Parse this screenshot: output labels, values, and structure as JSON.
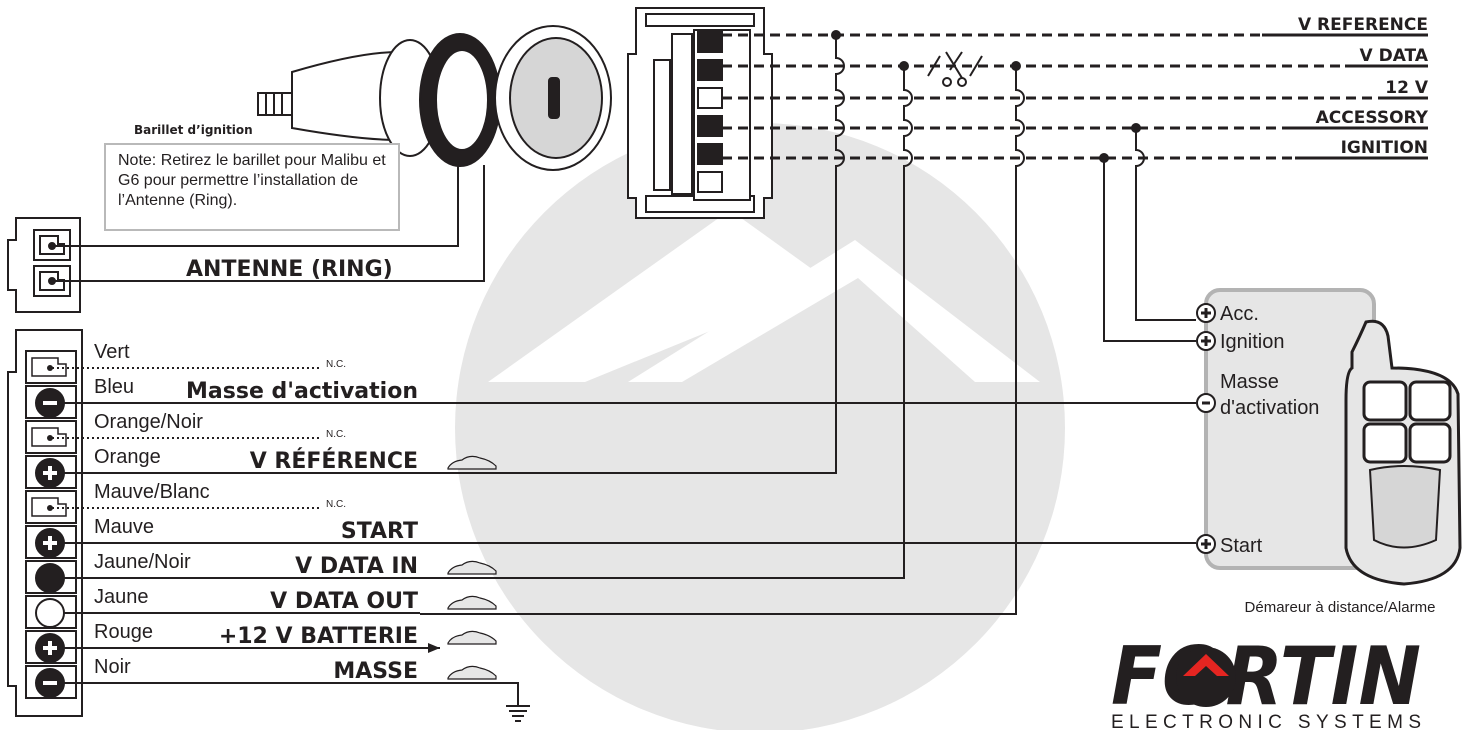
{
  "ignition": {
    "title": "Barillet d’ignition",
    "note": "Note: Retirez le barillet pour Malibu et G6 pour permettre l’installation de l’Antenne (Ring).",
    "antenna_label": "ANTENNE (RING)"
  },
  "bus_lines": [
    "V REFERENCE",
    "V DATA",
    "12 V",
    "ACCESSORY",
    "IGNITION"
  ],
  "harness_rows": [
    {
      "color": "Vert",
      "function": "",
      "nc": "N.C."
    },
    {
      "color": "Bleu",
      "function": "Masse d'activation",
      "nc": ""
    },
    {
      "color": "Orange/Noir",
      "function": "",
      "nc": "N.C."
    },
    {
      "color": "Orange",
      "function": "V RÉFÉRENCE",
      "nc": ""
    },
    {
      "color": "Mauve/Blanc",
      "function": "",
      "nc": "N.C."
    },
    {
      "color": "Mauve",
      "function": "START",
      "nc": ""
    },
    {
      "color": "Jaune/Noir",
      "function": "V DATA IN",
      "nc": ""
    },
    {
      "color": "Jaune",
      "function": "V DATA OUT",
      "nc": ""
    },
    {
      "color": "Rouge",
      "function": "+12 V BATTERIE",
      "nc": ""
    },
    {
      "color": "Noir",
      "function": "MASSE",
      "nc": ""
    }
  ],
  "remote_starter": {
    "acc": "Acc.",
    "ignition": "Ignition",
    "masse_line1": "Masse",
    "masse_line2": "d'activation",
    "start": "Start",
    "caption": "Démareur à distance/Alarme"
  },
  "logo": {
    "name": "FORTIN",
    "tagline": "ELECTRONIC SYSTEMS",
    "accent_color": "#e52521"
  },
  "colors": {
    "wire": "#231f20",
    "watermark": "#e6e6e6",
    "module_fill": "#e6e6e6",
    "module_border": "#b3b3b3"
  }
}
